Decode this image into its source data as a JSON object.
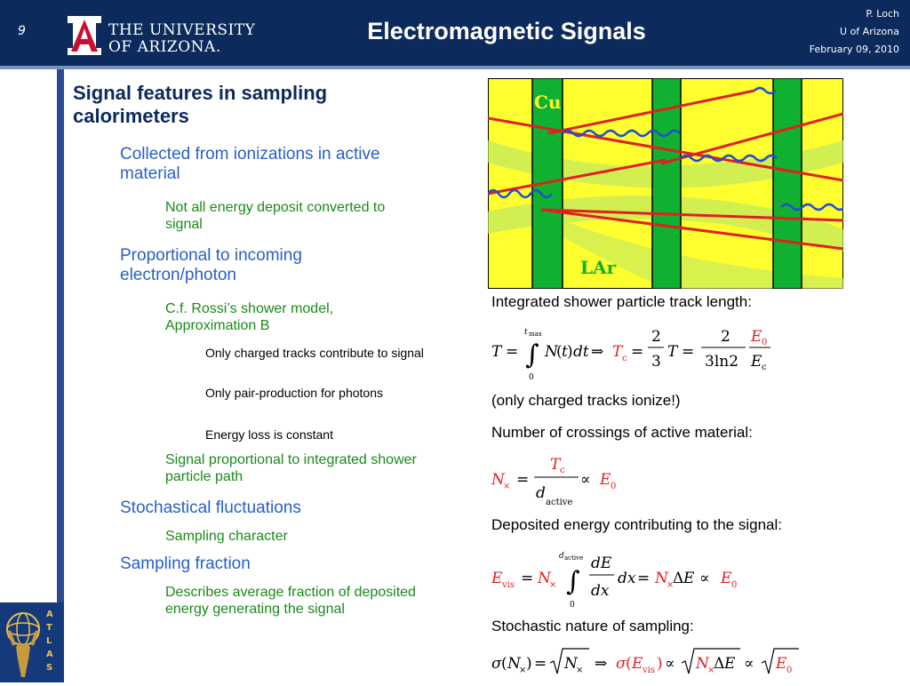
{
  "header": {
    "slide_number": "9",
    "university_line1": "THE UNIVERSITY",
    "university_line2": "OF ARIZONA.",
    "title": "Electromagnetic Signals",
    "author": "P. Loch",
    "affiliation": "U of Arizona",
    "date": "February 09, 2010"
  },
  "sidebar": {
    "atlas_letters": [
      "A",
      "T",
      "L",
      "A",
      "S"
    ]
  },
  "content": {
    "heading": "Signal features in sampling calorimeters",
    "bullets": [
      {
        "level": 2,
        "text": "Collected from ionizations in active material"
      },
      {
        "level": 3,
        "text": "Not all energy deposit converted to signal"
      },
      {
        "level": 2,
        "text": "Proportional to incoming electron/photon"
      },
      {
        "level": 3,
        "text": "C.f. Rossi’s shower model, Approximation B"
      },
      {
        "level": 4,
        "text": "Only charged tracks contribute to signal"
      },
      {
        "level": 4,
        "text": "Only pair-production for photons"
      },
      {
        "level": 4,
        "text": "Energy loss is constant"
      },
      {
        "level": 3,
        "text": "Signal proportional to integrated shower particle path"
      },
      {
        "level": 2,
        "text": "Stochastical fluctuations"
      },
      {
        "level": 3,
        "text": "Sampling character"
      },
      {
        "level": 2,
        "text": "Sampling fraction"
      },
      {
        "level": 3,
        "text": "Describes average fraction of deposited energy generating the signal"
      }
    ]
  },
  "figure": {
    "label_cu": "Cu",
    "label_lar": "LAr"
  },
  "right_text": {
    "track_length": "Integrated shower particle track length:",
    "charged_note": "(only charged tracks ionize!)",
    "crossings": "Number of crossings of active material:",
    "deposited": "Deposited energy contributing to the signal:",
    "stochastic": "Stochastic nature of sampling:"
  },
  "colors": {
    "navy": "#0c2a5c",
    "blue_text": "#2860c8",
    "green_text": "#1a8a1a",
    "red_eq": "#e02020",
    "cu_green": "#10b030",
    "lar_yellow": "#ffff30"
  }
}
